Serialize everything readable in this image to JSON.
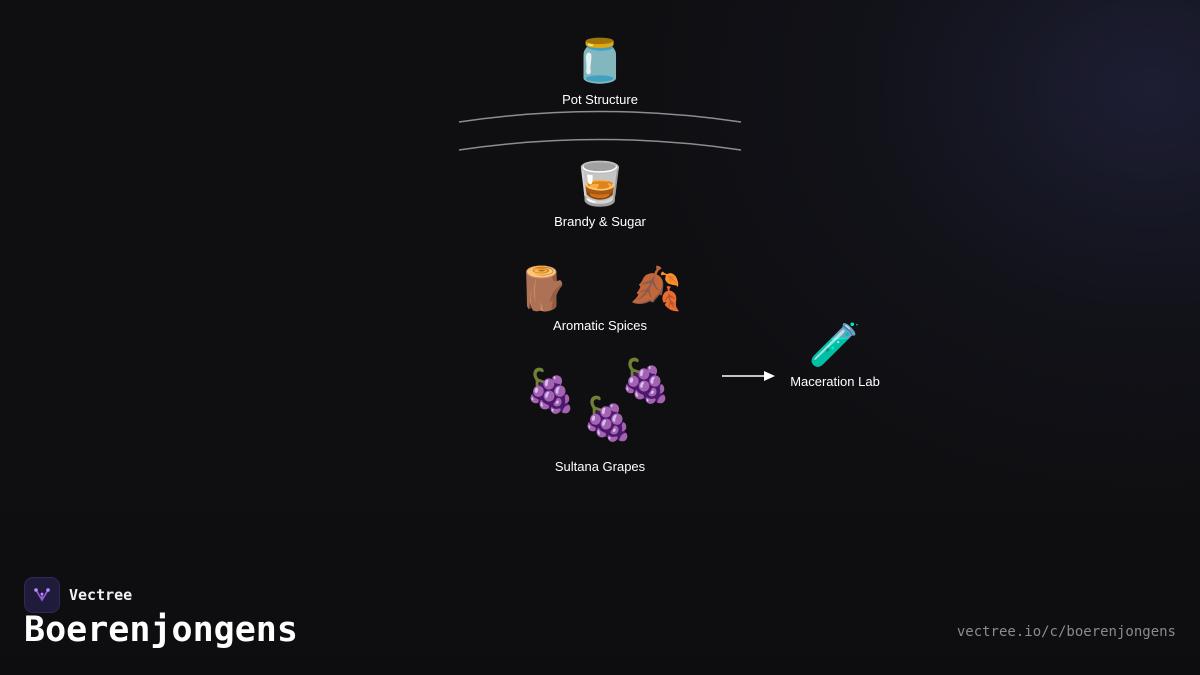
{
  "brand": {
    "name": "Vectree",
    "title": "Boerenjongens",
    "url": "vectree.io/c/boerenjongens",
    "accent_color": "#9b5de5"
  },
  "diagram": {
    "nodes": {
      "pot_structure": {
        "label": "Pot Structure",
        "icon": "jar-icon",
        "glyph": "🫙"
      },
      "brandy_sugar": {
        "label": "Brandy & Sugar",
        "icon": "tumbler-glass-icon",
        "glyph": "🥃"
      },
      "aromatic_spices": {
        "label": "Aromatic Spices",
        "icons": [
          "wood-log-icon",
          "fallen-leaf-icon"
        ],
        "glyphs": [
          "🪵",
          "🍂"
        ]
      },
      "sultana_grapes": {
        "label": "Sultana Grapes",
        "icon": "grapes-icon",
        "glyph": "🍇"
      },
      "maceration_lab": {
        "label": "Maceration Lab",
        "icon": "test-tube-icon",
        "glyph": "🧪"
      }
    },
    "colors": {
      "line": "#8c8c94",
      "arrow": "#ffffff"
    }
  }
}
